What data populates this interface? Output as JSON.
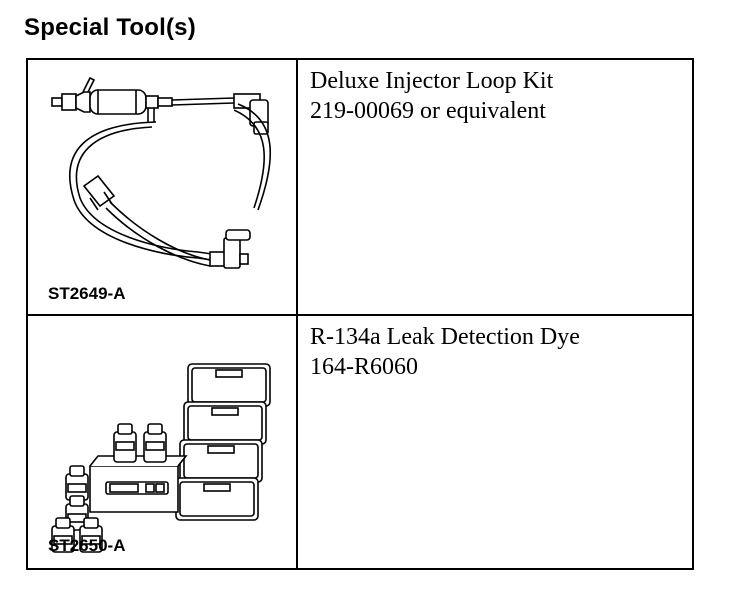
{
  "page": {
    "title": "Special Tool(s)"
  },
  "tools": [
    {
      "code": "ST2649-A",
      "name": "Deluxe Injector Loop Kit",
      "number": "219-00069 or equivalent"
    },
    {
      "code": "ST2650-A",
      "name": "R-134a Leak Detection Dye",
      "number": "164-R6060"
    }
  ]
}
